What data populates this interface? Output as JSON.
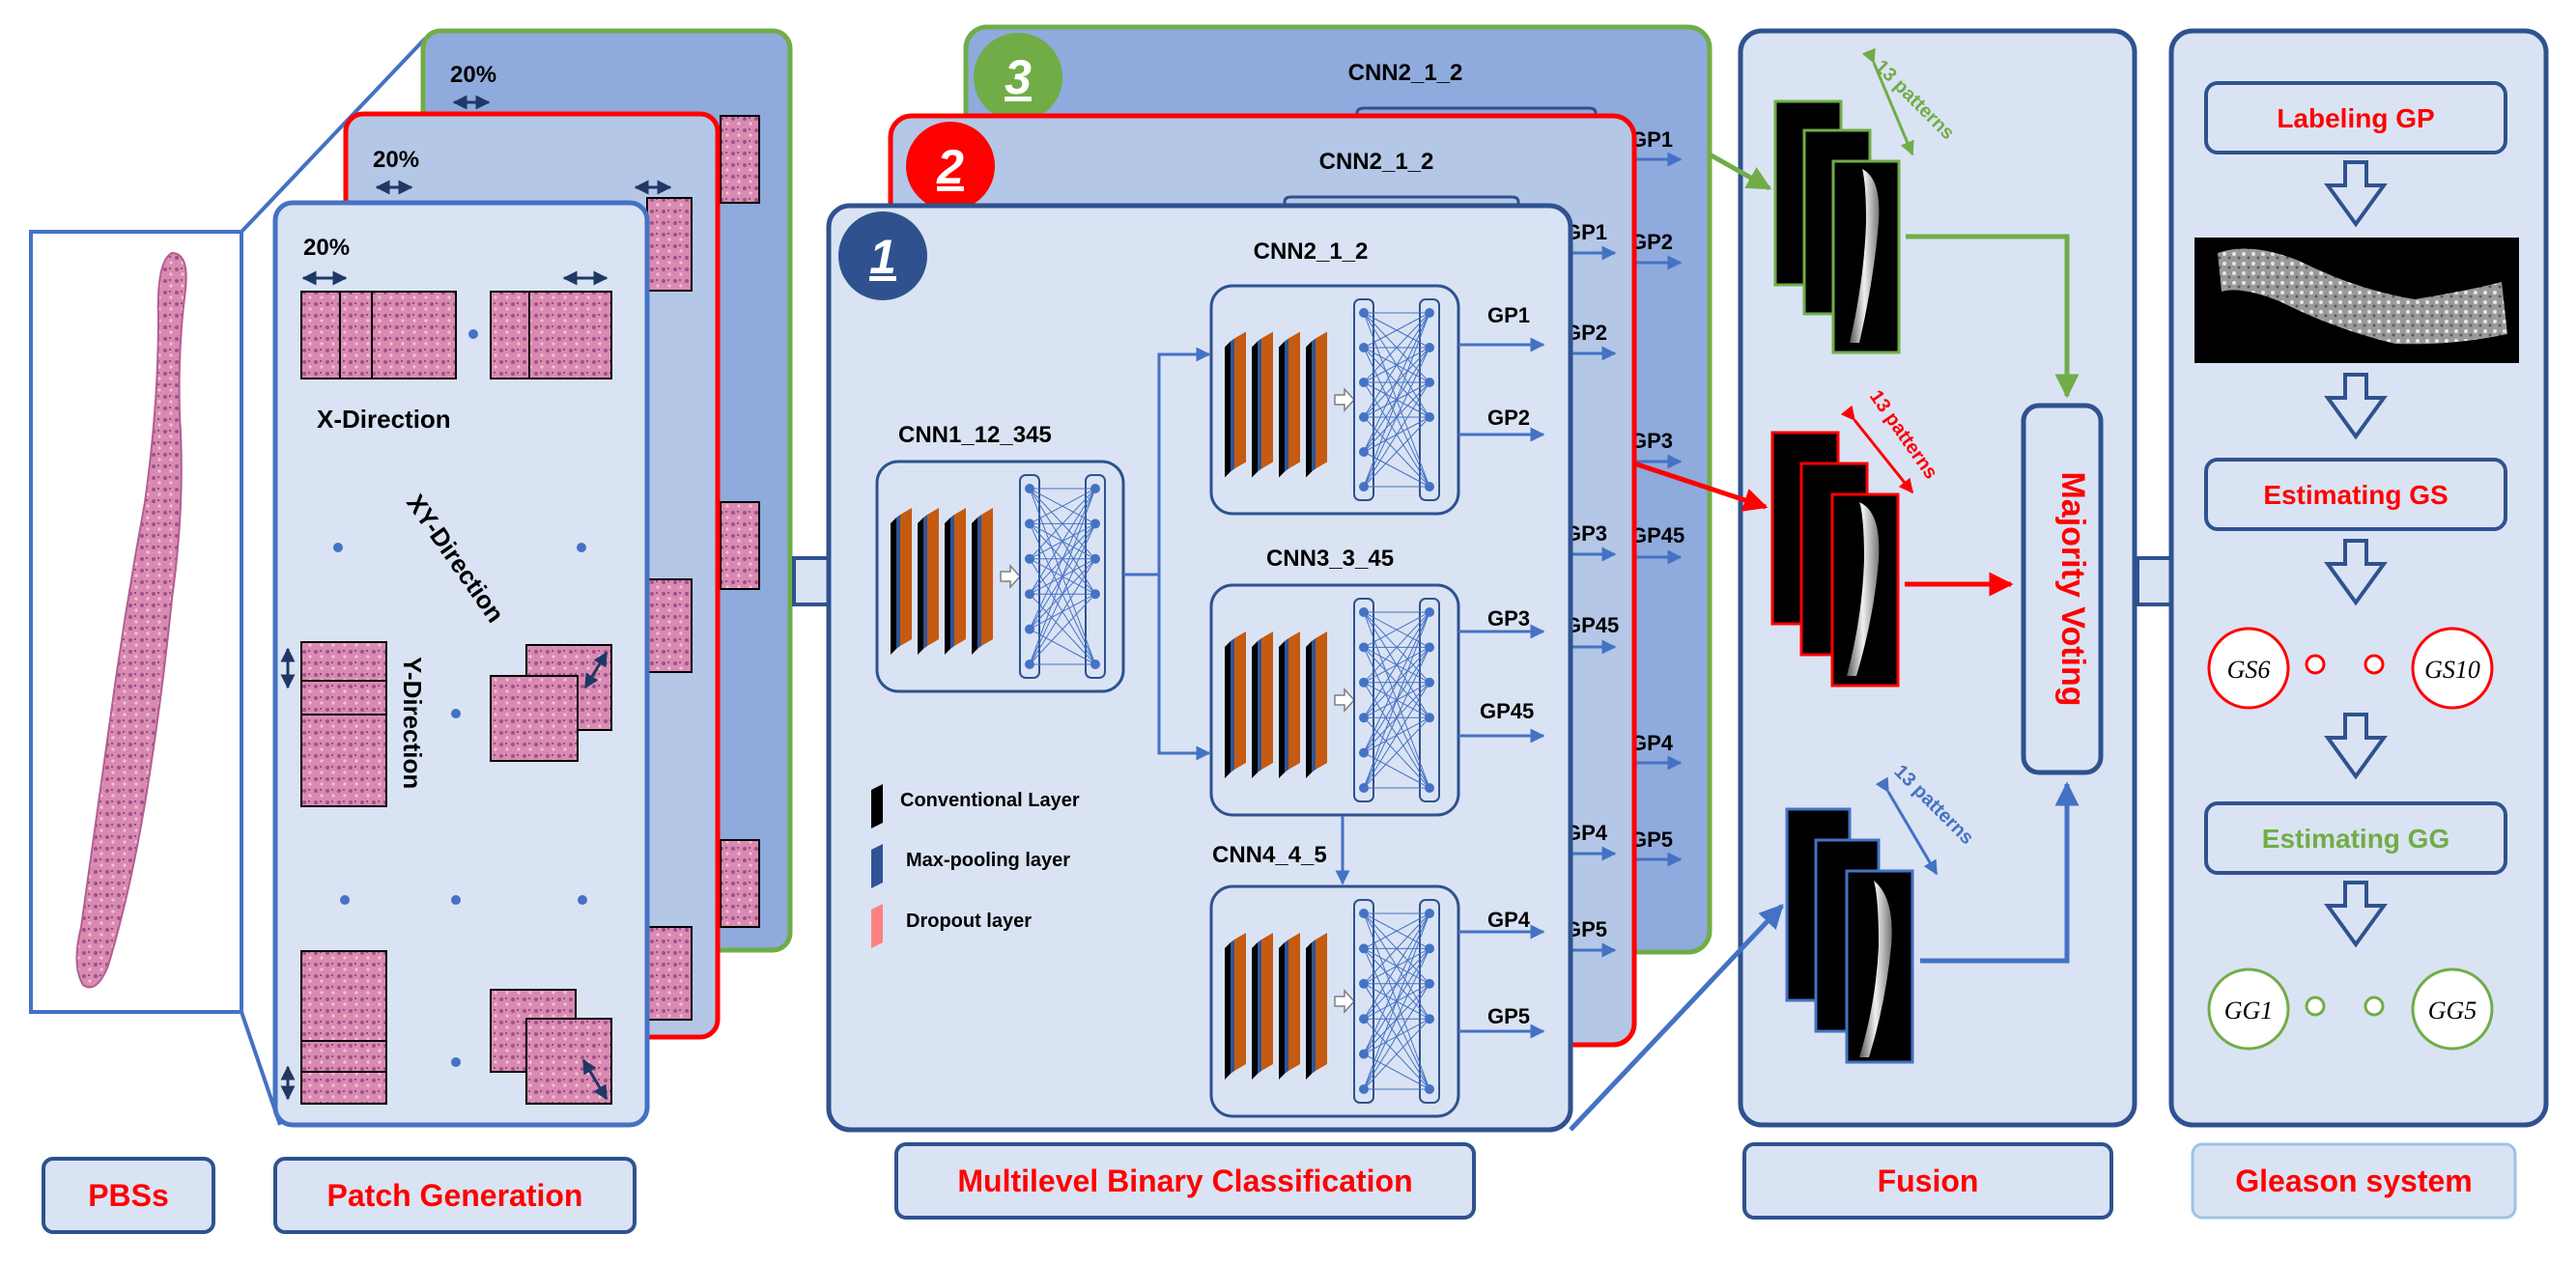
{
  "colors": {
    "panel_light": "#d6e0f2",
    "panel_mid": "#8faadc",
    "panel_border": "#2f528f",
    "red": "#ff0000",
    "green": "#70ad47",
    "blue": "#4472c4",
    "layer_orange": "#c55a11",
    "layer_blue": "#2f5597"
  },
  "stage_labels": {
    "pbs": "PBSs",
    "patch": "Patch Generation",
    "mbc": "Multilevel Binary Classification",
    "fusion": "Fusion",
    "gleason": "Gleason system"
  },
  "patch": {
    "pct": "20%",
    "x_dir": "X-Direction",
    "xy_dir": "XY-Direction",
    "y_dir": "Y-Direction"
  },
  "mbc": {
    "badges": [
      "1",
      "2",
      "3"
    ],
    "cnn1": "CNN1_12_345",
    "cnn21": "CNN2_1_2",
    "cnn33": "CNN3_3_45",
    "cnn44": "CNN4_4_5",
    "outputs": [
      "GP1",
      "GP2",
      "GP3",
      "GP45",
      "GP4",
      "GP5"
    ],
    "legend": [
      "Conventional Layer",
      "Max-pooling layer",
      "Dropout layer"
    ]
  },
  "fusion": {
    "patterns": "13 patterns",
    "voting": "Majority Voting"
  },
  "gleason": {
    "labeling": "Labeling GP",
    "est_gs": "Estimating GS",
    "est_gg": "Estimating GG",
    "gs_low": "GS6",
    "gs_high": "GS10",
    "gg_low": "GG1",
    "gg_high": "GG5"
  }
}
